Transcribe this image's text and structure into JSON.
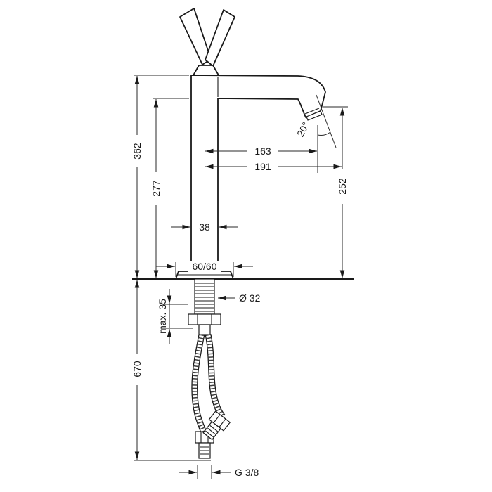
{
  "drawing": {
    "labels": {
      "height_total": "362",
      "height_spout": "277",
      "height_outlet": "252",
      "reach_aerator": "163",
      "reach_tip": "191",
      "spout_angle": "20°",
      "body_width": "38",
      "base_plate": "60/60",
      "hole_diameter": "Ø 32",
      "max_mounting": "max. 35",
      "hose_length": "670",
      "thread": "G 3/8"
    },
    "colors": {
      "line": "#1a1a1a",
      "background": "#ffffff"
    }
  }
}
